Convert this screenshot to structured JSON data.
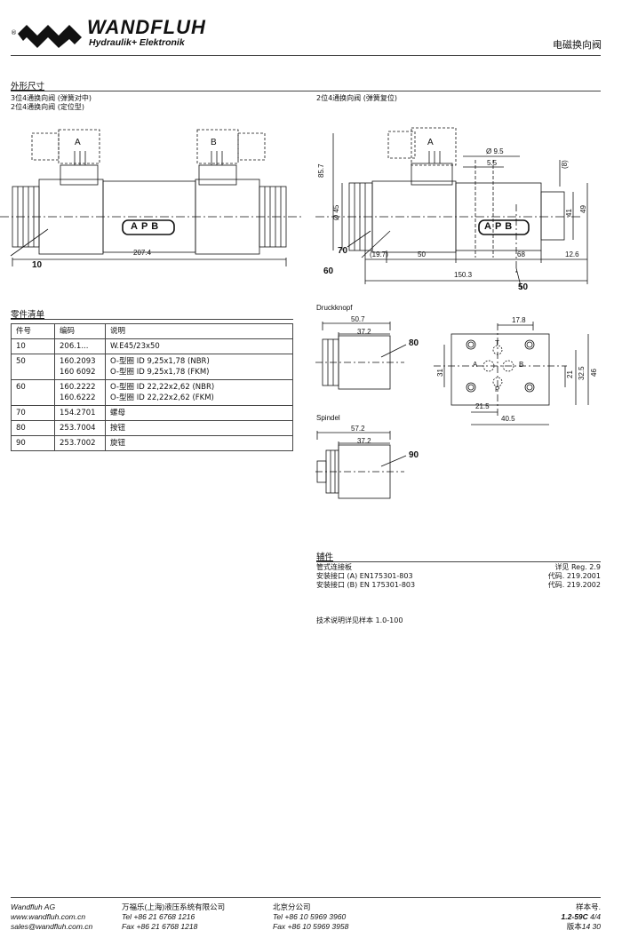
{
  "header": {
    "registered": "®",
    "brand": "WANDFLUH",
    "tagline": "Hydraulik+ Elektronik",
    "doc_title": "电磁换向阀"
  },
  "dimensions": {
    "title": "外形尺寸",
    "left_caption_1": "3位4通换向阀 (弹簧对中)",
    "left_caption_2": "2位4通换向阀 (定位型)",
    "right_caption": "2位4通换向阀 (弹簧复位)"
  },
  "drawing_left": {
    "coil_a": "A",
    "coil_b": "B",
    "brand_badge": "APB",
    "length": "207.4",
    "ref": "10"
  },
  "drawing_right": {
    "coil_a": "A",
    "brand_badge": "APB",
    "d1": "Ø 9.5",
    "d2": "5.5",
    "h": "85.7",
    "dia": "Ø 45",
    "d8": "(8)",
    "d41": "41",
    "d49": "49",
    "r70": "70",
    "r60": "60",
    "r50": "50",
    "b197": "(19.7)",
    "b50": "50",
    "b68": "68",
    "b126": "12.6",
    "b1503": "150.3"
  },
  "druckknopf": {
    "label": "Druckknopf",
    "d1": "50.7",
    "d2": "37.2",
    "ref": "80"
  },
  "spindel": {
    "label": "Spindel",
    "d1": "57.2",
    "d2": "37.2",
    "ref": "90"
  },
  "port_face": {
    "t": "T",
    "a": "A",
    "b": "B",
    "p": "P",
    "d178": "17.8",
    "d31": "31",
    "d21": "21",
    "d325": "32.5",
    "d46": "46",
    "d215": "21.5",
    "d405": "40.5"
  },
  "parts": {
    "title": "零件清单",
    "headers": [
      "件号",
      "编码",
      "说明"
    ],
    "rows": [
      {
        "no": "10",
        "code": "206.1...",
        "desc": "W.E45/23x50"
      },
      {
        "no": "50",
        "code": "160.2093\n160 6092",
        "desc": "O-型圈 ID 9,25x1,78 (NBR)\nO-型圈 ID 9,25x1,78 (FKM)"
      },
      {
        "no": "60",
        "code": "160.2222\n160.6222",
        "desc": "O-型圈 ID 22,22x2,62 (NBR)\nO-型圈 ID 22,22x2,62 (FKM)"
      },
      {
        "no": "70",
        "code": "154.2701",
        "desc": "螺母"
      },
      {
        "no": "80",
        "code": "253.7004",
        "desc": "按钮"
      },
      {
        "no": "90",
        "code": "253.7002",
        "desc": "旋钮"
      }
    ]
  },
  "accessories": {
    "title": "辅件",
    "rows": [
      {
        "left": "管式连接板",
        "right": "详见 Reg. 2.9"
      },
      {
        "left": "安装接口 (A) EN175301-803",
        "right": "代码. 219.2001"
      },
      {
        "left": "安装接口 (B) EN 175301-803",
        "right": "代码. 219.2002"
      }
    ],
    "note": "技术说明详见样本  1.0-100"
  },
  "footer": {
    "c1": [
      "Wandfluh AG",
      "www.wandfluh.com.cn",
      "sales@wandfluh.com.cn"
    ],
    "c2": [
      "万福乐(上海)液压系统有限公司",
      "Tel   +86 21 6768 1216",
      "Fax   +86 21 6768 1218"
    ],
    "c3": [
      "北京分公司",
      "Tel   +86 10 5969 3960",
      "Fax  +86 10 5969 3958"
    ],
    "c4": [
      "样本号.",
      "1.2-59C",
      "4/4",
      "版本",
      "14 30"
    ]
  }
}
